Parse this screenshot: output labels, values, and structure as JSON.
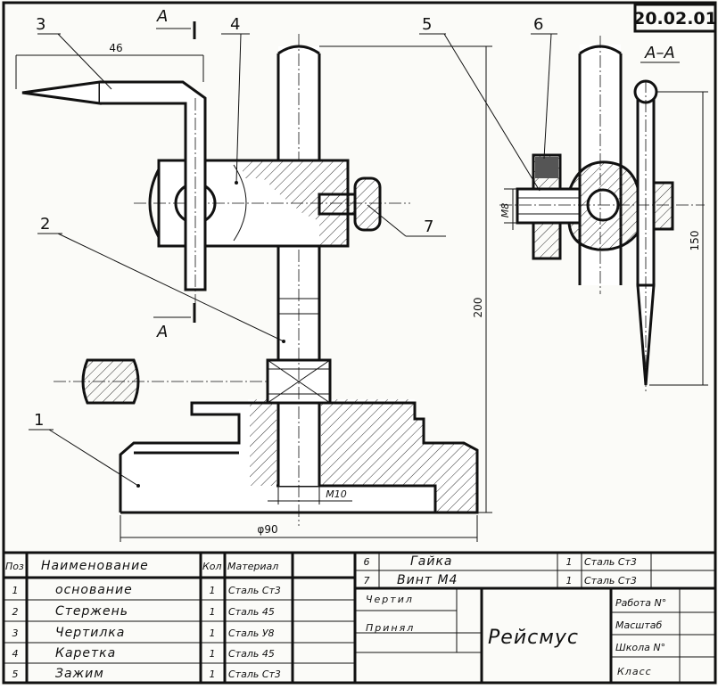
{
  "drawing_number": "20.02.01",
  "section_label": "А–А",
  "cut_letter": "А",
  "callouts": [
    "1",
    "2",
    "3",
    "4",
    "5",
    "6",
    "7"
  ],
  "dimensions": {
    "d46": "46",
    "d200": "200",
    "d150": "150",
    "m8": "M8",
    "m10": "M10",
    "phi90": "φ90"
  },
  "parts_table": {
    "headers": {
      "pos": "Поз",
      "name": "Наименование",
      "qty": "Кол",
      "material": "Материал"
    },
    "rows": [
      {
        "pos": "1",
        "name": "основание",
        "qty": "1",
        "material": "Сталь Ст3"
      },
      {
        "pos": "2",
        "name": "Стержень",
        "qty": "1",
        "material": "Сталь 45"
      },
      {
        "pos": "3",
        "name": "Чертилка",
        "qty": "1",
        "material": "Сталь У8"
      },
      {
        "pos": "4",
        "name": "Каретка",
        "qty": "1",
        "material": "Сталь 45"
      },
      {
        "pos": "5",
        "name": "Зажим",
        "qty": "1",
        "material": "Сталь Ст3"
      }
    ],
    "upper_rows": [
      {
        "pos": "6",
        "name": "Гайка",
        "qty": "1",
        "material": "Сталь Ст3"
      },
      {
        "pos": "7",
        "name": "Винт М4",
        "qty": "1",
        "material": "Сталь Ст3"
      }
    ]
  },
  "title_block": {
    "drew": "Чертил",
    "accepted": "Принял",
    "title": "Рейсмус",
    "work_no": "Работа N°",
    "scale": "Масштаб",
    "school_no": "Школа N°",
    "class": "Класс"
  }
}
